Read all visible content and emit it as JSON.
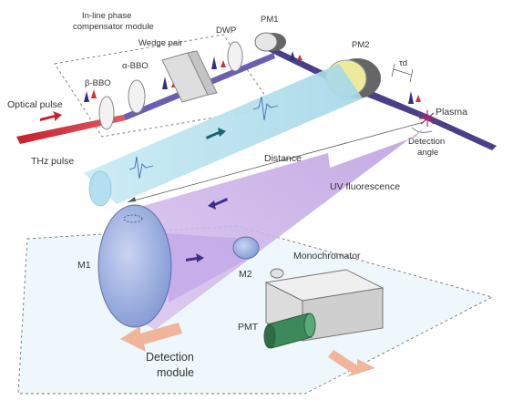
{
  "labels": {
    "compensator_line1": "In-line phase",
    "compensator_line2": "compensator module",
    "wedge_pair": "Wedge pair",
    "dwp": "DWP",
    "pm1": "PM1",
    "pm2": "PM2",
    "alpha_bbo": "α-BBO",
    "beta_bbo": "β-BBO",
    "optical_pulse": "Optical pulse",
    "thz_pulse": "THz pulse",
    "plasma": "Plasma",
    "detection_angle_line1": "Detection",
    "detection_angle_line2": "angle",
    "distance": "Distance",
    "uv_fluorescence": "UV fluorescence",
    "m1": "M1",
    "m2": "M2",
    "monochromator": "Monochromator",
    "pmt": "PMT",
    "detection_module_line1": "Detection",
    "detection_module_line2": "module",
    "delay_tau": "τd"
  },
  "colors": {
    "optical_beam": "#d8303a",
    "pump_beam": "#4b3f8a",
    "thz_beam": "#b6e2ef",
    "uv_beam": "#c9aee6",
    "mirror": "#9db2e3",
    "pmt": "#3c8a5c",
    "orange_arrow": "#f0b59a",
    "dashed_outline": "#777777"
  }
}
